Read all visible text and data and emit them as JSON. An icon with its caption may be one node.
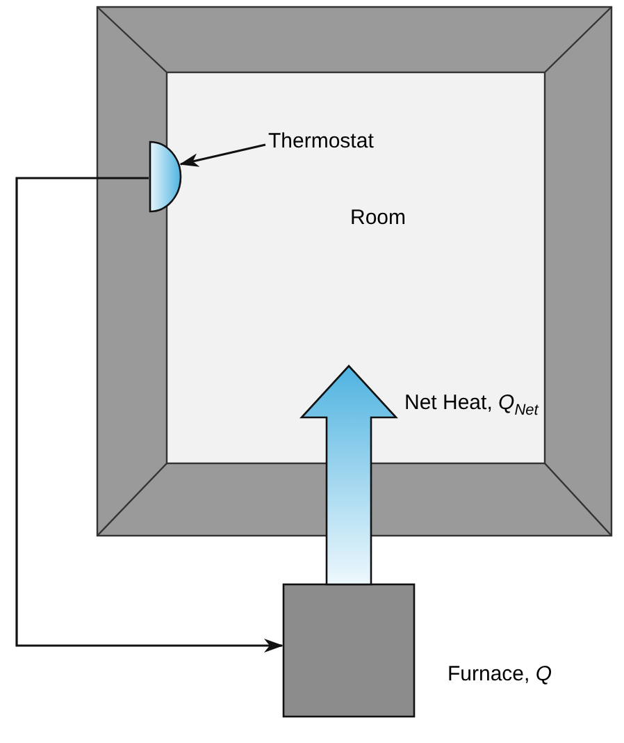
{
  "diagram": {
    "nodes": [
      {
        "text": [
          "Room"
        ]
      },
      {
        "text": [
          "Thermostat"
        ],
        "in": 0
      },
      {
        "text": [],
        "shape": "semicircle",
        "in": 0
      },
      {
        "text": [],
        "shape": "box",
        "beside": [
          "Furnace, *Q*"
        ]
      }
    ],
    "edges": [
      {
        "from": 1,
        "to": 2,
        "arrow": "to"
      },
      {
        "from": 2,
        "to": 3,
        "arrow": "to"
      },
      {
        "from": 3,
        "to": 0,
        "arrow": "to",
        "label": "Net Heat, *Q*$_{Net}$",
        "style": "thick",
        "color": "#4fb3e0"
      }
    ]
  }
}
